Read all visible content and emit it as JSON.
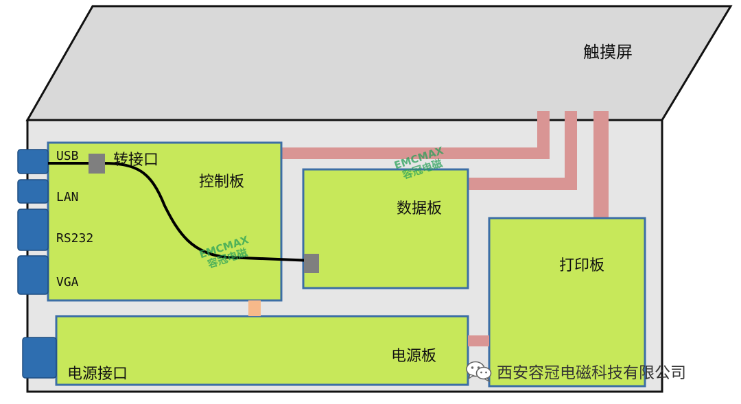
{
  "labels": {
    "touchscreen": "触摸屏",
    "usb": "USB",
    "lan": "LAN",
    "rs232": "RS232",
    "vga": "VGA",
    "adapter": "转接口",
    "control_board": "控制板",
    "data_board": "数据板",
    "print_board": "打印板",
    "power_board": "电源板",
    "power_port": "电源接口"
  },
  "watermark": {
    "line1": "EMCMAX",
    "line2": "容冠电磁"
  },
  "brand": {
    "name": "西安容冠电磁科技有限公司",
    "icon": "wechat-icon"
  },
  "colors": {
    "board_fill": "#c7e85a",
    "board_border": "#3c6ea5",
    "connector": "#2e6eb0",
    "chassis": "#e6e6e6",
    "cable_pink": "#d99594",
    "cable_orange": "#f7b98a"
  }
}
